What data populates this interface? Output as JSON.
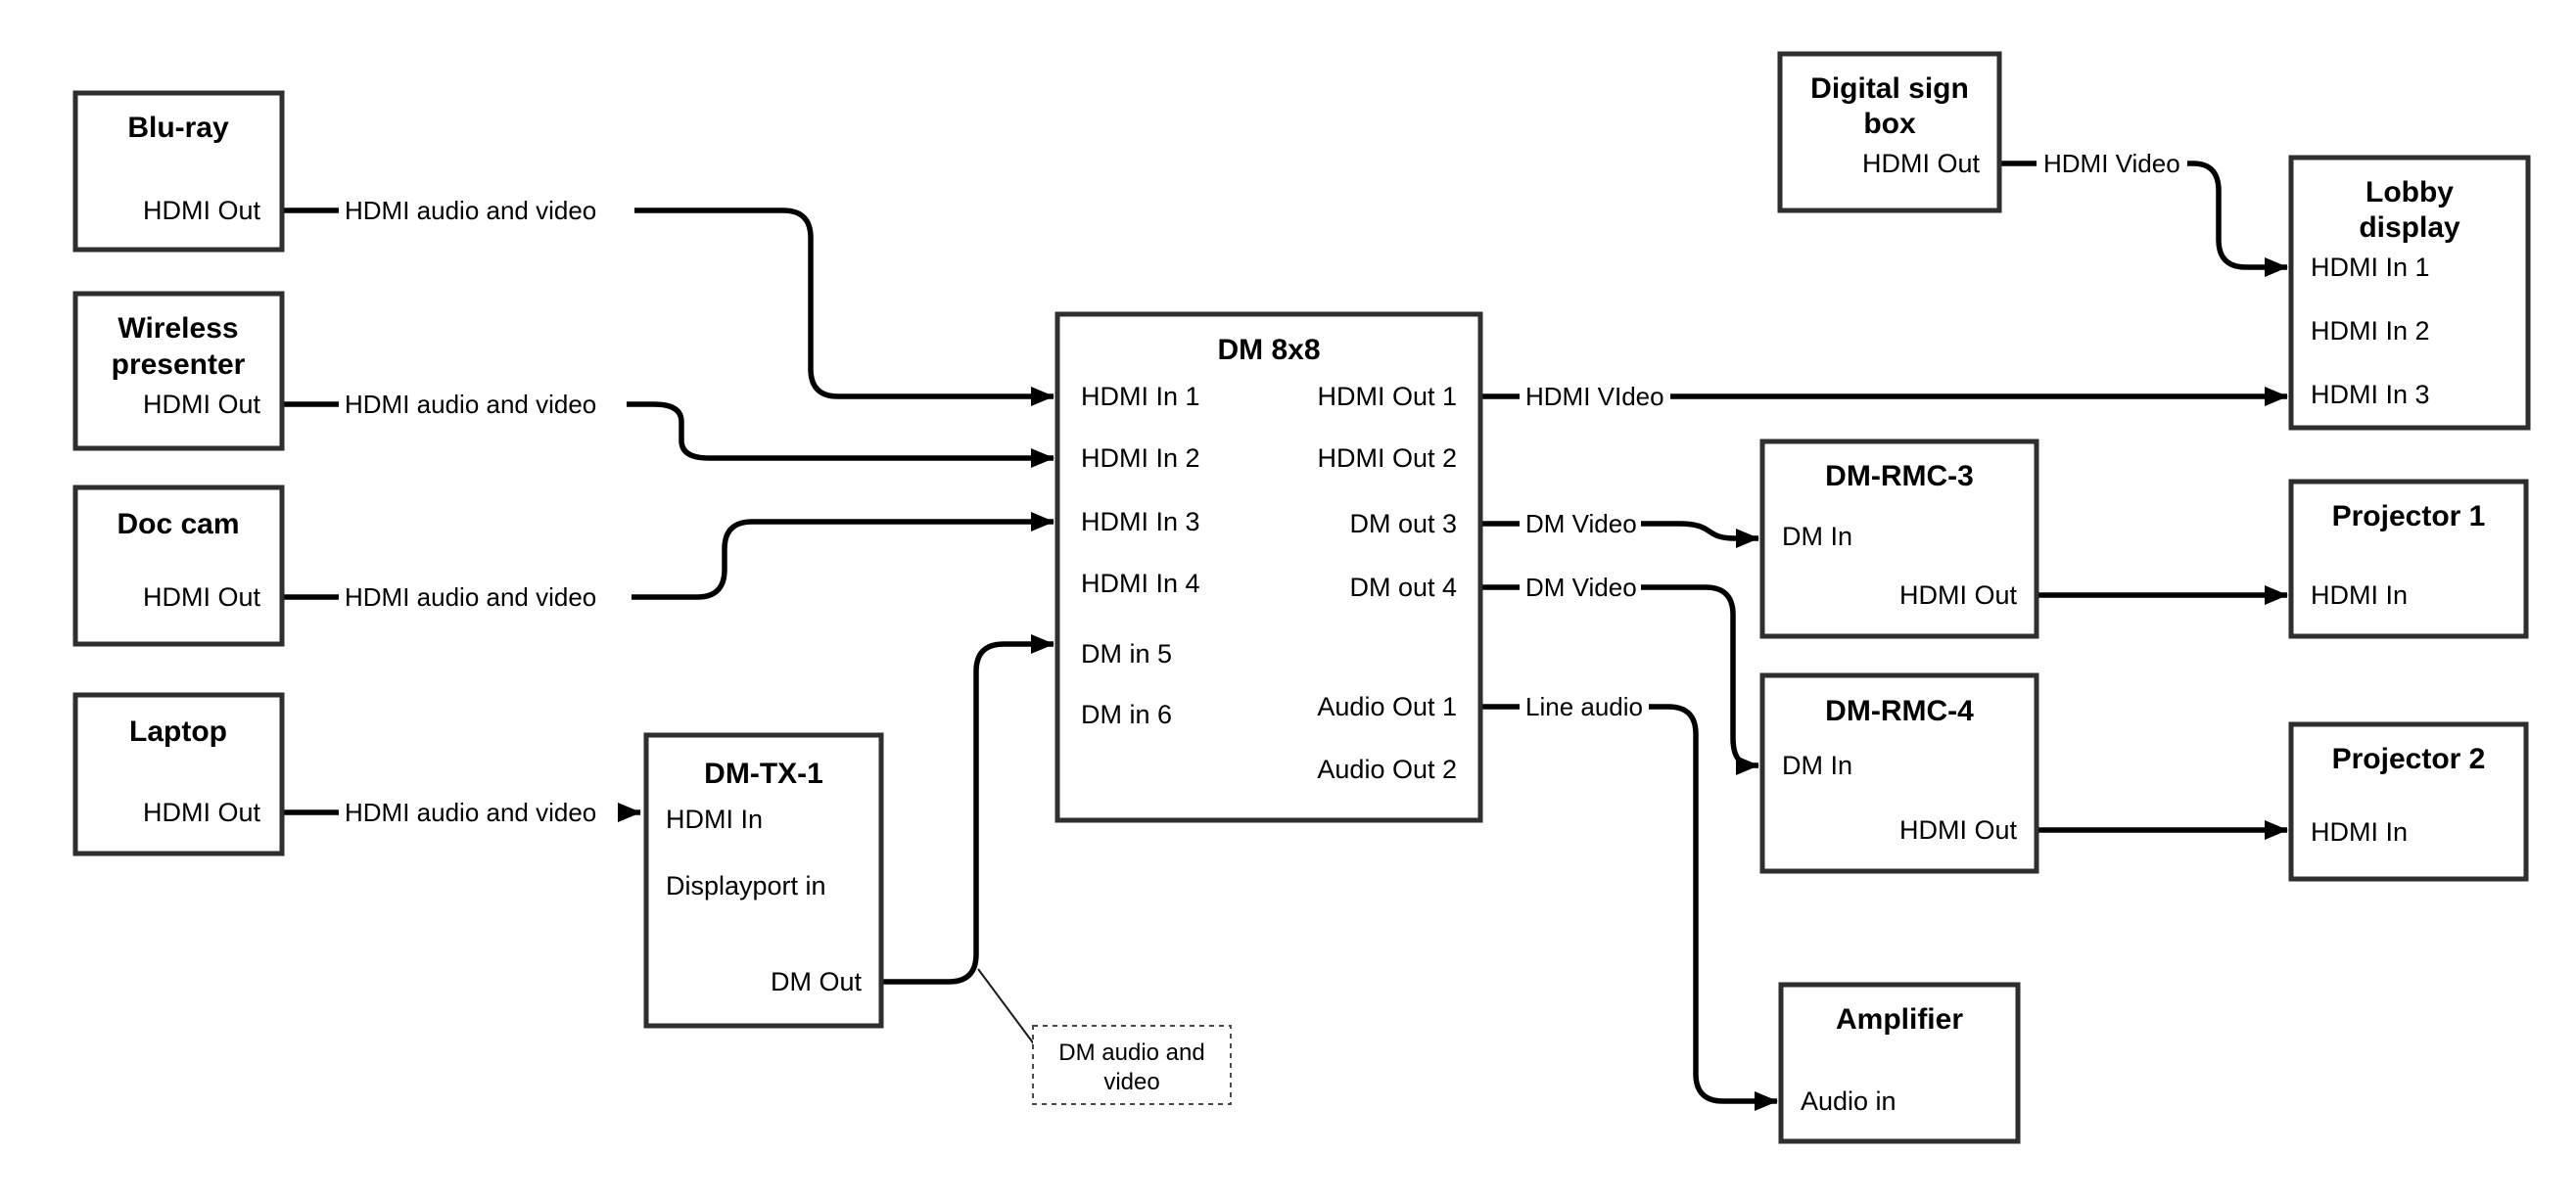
{
  "diagram": {
    "background_color": "#ffffff",
    "line_color": "#000000",
    "box_border_color": "#2e2e2e",
    "nodes": {
      "bluray": {
        "title": "Blu-ray",
        "port_hdmi_out": "HDMI Out"
      },
      "wireless_presenter": {
        "title_line1": "Wireless",
        "title_line2": "presenter",
        "port_hdmi_out": "HDMI Out"
      },
      "doc_cam": {
        "title": "Doc cam",
        "port_hdmi_out": "HDMI Out"
      },
      "laptop": {
        "title": "Laptop",
        "port_hdmi_out": "HDMI Out"
      },
      "dm_tx_1": {
        "title": "DM-TX-1",
        "port_hdmi_in": "HDMI In",
        "port_displayport_in": "Displayport in",
        "port_dm_out": "DM Out"
      },
      "dm_8x8": {
        "title": "DM 8x8",
        "inputs": [
          "HDMI In 1",
          "HDMI In 2",
          "HDMI In 3",
          "HDMI In 4",
          "DM in 5",
          "DM in 6"
        ],
        "outputs": [
          "HDMI Out 1",
          "HDMI Out 2",
          "DM out 3",
          "DM out 4",
          "Audio Out 1",
          "Audio Out 2"
        ]
      },
      "digital_sign_box": {
        "title_line1": "Digital sign",
        "title_line2": "box",
        "port_hdmi_out": "HDMI Out"
      },
      "lobby_display": {
        "title_line1": "Lobby",
        "title_line2": "display",
        "inputs": [
          "HDMI In 1",
          "HDMI In 2",
          "HDMI In 3"
        ]
      },
      "dm_rmc_3": {
        "title": "DM-RMC-3",
        "port_dm_in": "DM In",
        "port_hdmi_out": "HDMI Out"
      },
      "dm_rmc_4": {
        "title": "DM-RMC-4",
        "port_dm_in": "DM In",
        "port_hdmi_out": "HDMI Out"
      },
      "projector_1": {
        "title": "Projector 1",
        "port_hdmi_in": "HDMI In"
      },
      "projector_2": {
        "title": "Projector 2",
        "port_hdmi_in": "HDMI In"
      },
      "amplifier": {
        "title": "Amplifier",
        "port_audio_in": "Audio in"
      }
    },
    "edge_labels": {
      "bluray_to_dm8x8": "HDMI audio and video",
      "wireless_to_dm8x8": "HDMI audio and video",
      "doccam_to_dm8x8": "HDMI audio and video",
      "laptop_to_dmtx1": "HDMI audio and video",
      "hdmiout1_to_lobby": "HDMI VIdeo",
      "sign_to_lobby": "HDMI Video",
      "dmout3_to_rmc3": "DM Video",
      "dmout4_to_rmc4": "DM Video",
      "audioout1_to_amp": "Line audio"
    },
    "note": {
      "line1": "DM audio and",
      "line2": "video"
    }
  }
}
